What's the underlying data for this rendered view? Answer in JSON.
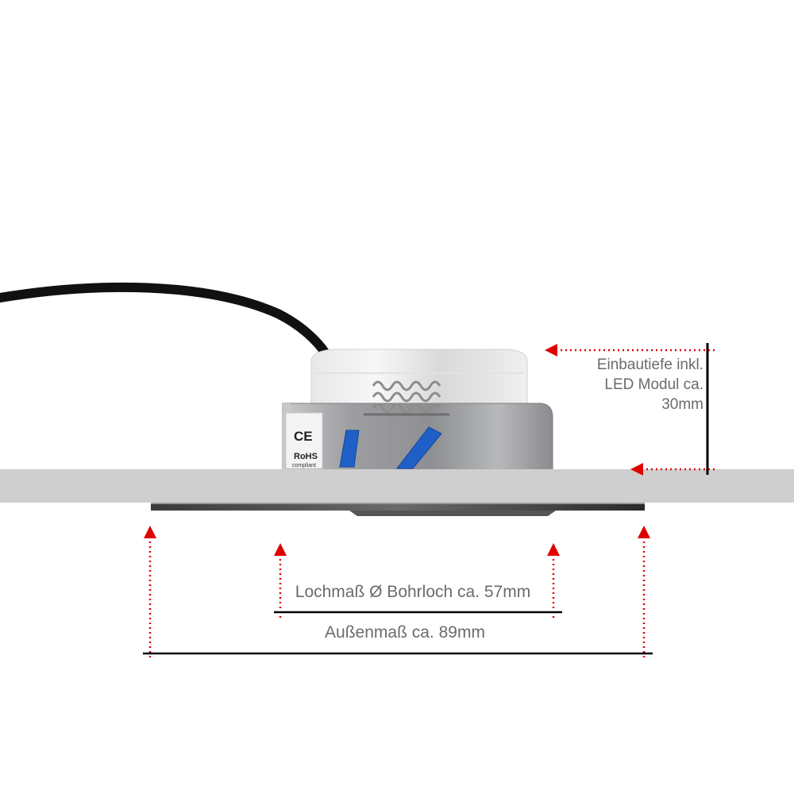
{
  "annotations": {
    "depth": [
      "Einbautiefe inkl.",
      "LED Modul ca.",
      "30mm"
    ],
    "hole": "Lochmaß Ø Bohrloch ca. 57mm",
    "outer": "Außenmaß ca. 89mm"
  },
  "product_marks": {
    "ce": "CE",
    "rohs": "RoHS",
    "rohs_sub": "compliant"
  },
  "colors": {
    "arrow": "#e00000",
    "ceiling": "#cfcfcf",
    "cable": "#111111",
    "housing": "#a9aaad",
    "wire_insulation": "#1f5fc8",
    "dimension_line": "#000000"
  }
}
